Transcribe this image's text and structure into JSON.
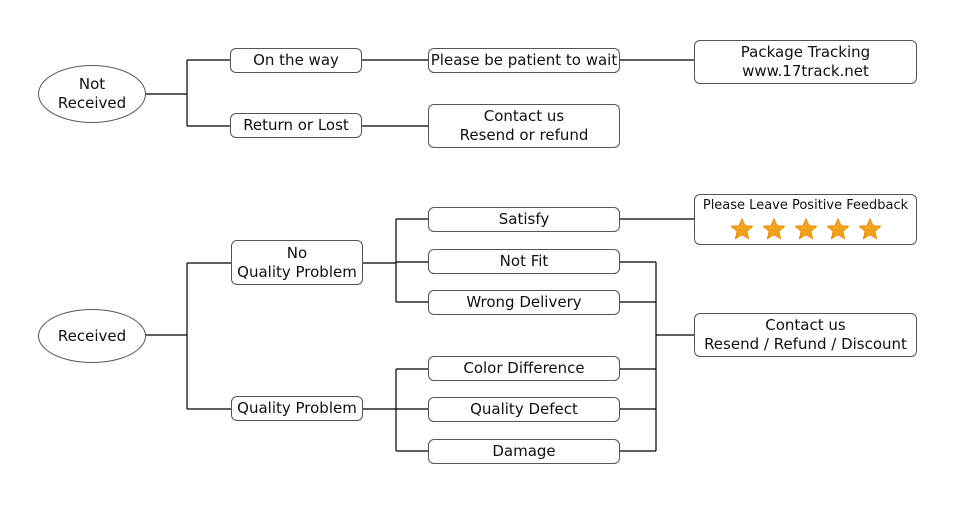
{
  "diagram": {
    "not_received": {
      "root": {
        "line1": "Not",
        "line2": "Received"
      },
      "on_the_way": "On the way",
      "patient_wait": "Please be patient to wait",
      "package_tracking": {
        "line1": "Package Tracking",
        "line2": "www.17track.net"
      },
      "return_or_lost": "Return or Lost",
      "contact_resend_refund": {
        "line1": "Contact us",
        "line2": "Resend or refund"
      }
    },
    "received": {
      "root": "Received",
      "no_quality_problem": {
        "line1": "No",
        "line2": "Quality Problem"
      },
      "quality_problem": "Quality Problem",
      "satisfy": "Satisfy",
      "not_fit": "Not Fit",
      "wrong_delivery": "Wrong Delivery",
      "color_difference": "Color Difference",
      "quality_defect": "Quality Defect",
      "damage": "Damage",
      "feedback": {
        "text": "Please Leave Positive Feedback",
        "stars": 5
      },
      "contact_resend_refund_discount": {
        "line1": "Contact us",
        "line2": "Resend / Refund / Discount"
      }
    }
  },
  "colors": {
    "line": "#000000",
    "border": "#555555",
    "star": "#F5A11C",
    "star_outline": "#E08A00"
  }
}
